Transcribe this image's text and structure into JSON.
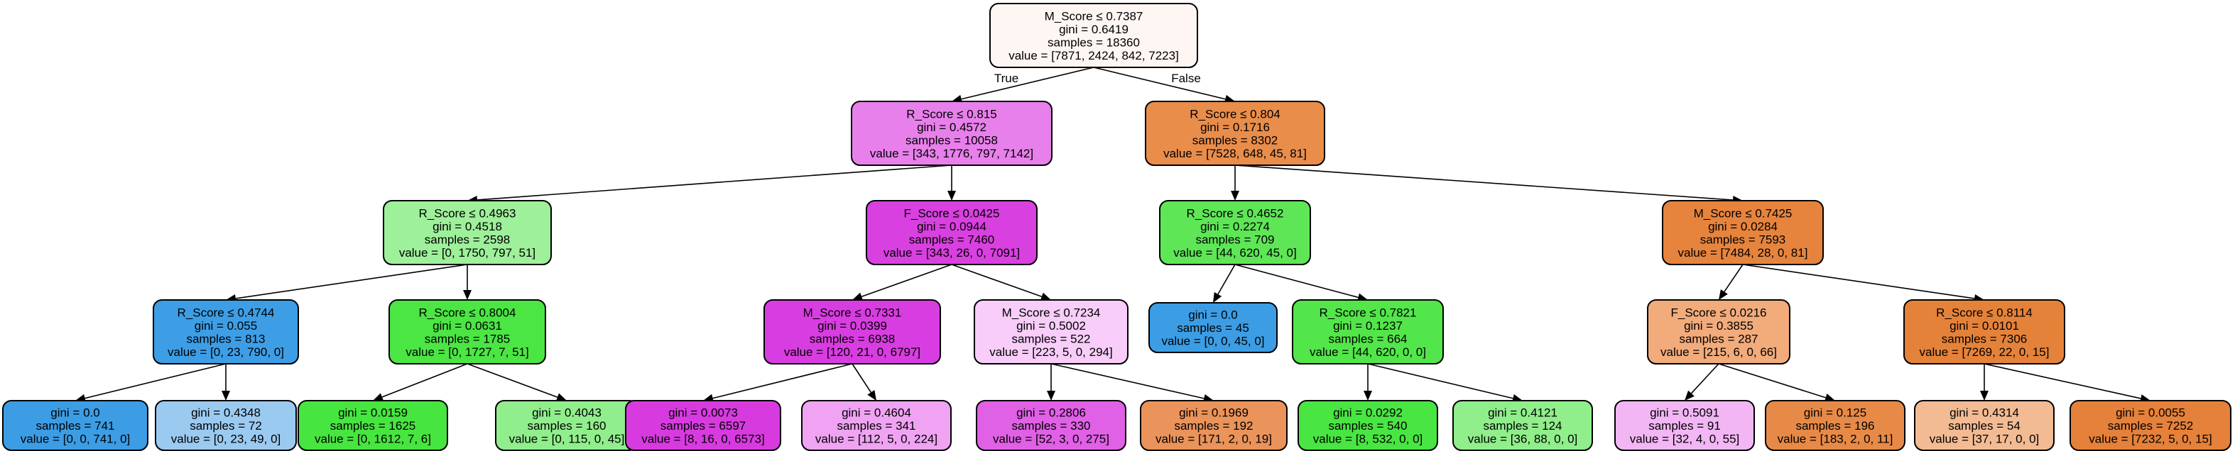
{
  "edge_labels": {
    "true_label": "True",
    "false_label": "False"
  },
  "nodes": [
    {
      "id": "n0",
      "fill": "#fdf6f2",
      "lines": [
        "M_Score ≤ 0.7387",
        "gini = 0.6419",
        "samples = 18360",
        "value = [7871, 2424, 842, 7223]"
      ]
    },
    {
      "id": "n1",
      "fill": "#e880eb",
      "lines": [
        "R_Score ≤ 0.815",
        "gini = 0.4572",
        "samples = 10058",
        "value = [343, 1776, 797, 7142]"
      ]
    },
    {
      "id": "n2",
      "fill": "#e98d4b",
      "lines": [
        "R_Score ≤ 0.804",
        "gini = 0.1716",
        "samples = 8302",
        "value = [7528, 648, 45, 81]"
      ]
    },
    {
      "id": "n3",
      "fill": "#9ef09a",
      "lines": [
        "R_Score ≤ 0.4963",
        "gini = 0.4518",
        "samples = 2598",
        "value = [0, 1750, 797, 51]"
      ]
    },
    {
      "id": "n4",
      "fill": "#d940e0",
      "lines": [
        "F_Score ≤ 0.0425",
        "gini = 0.0944",
        "samples = 7460",
        "value = [343, 26, 0, 7091]"
      ]
    },
    {
      "id": "n5",
      "fill": "#5ee656",
      "lines": [
        "R_Score ≤ 0.4652",
        "gini = 0.2274",
        "samples = 709",
        "value = [44, 620, 45, 0]"
      ]
    },
    {
      "id": "n6",
      "fill": "#e6843e",
      "lines": [
        "M_Score ≤ 0.7425",
        "gini = 0.0284",
        "samples = 7593",
        "value = [7484, 28, 0, 81]"
      ]
    },
    {
      "id": "n7",
      "fill": "#3d9ee6",
      "lines": [
        "R_Score ≤ 0.4744",
        "gini = 0.055",
        "samples = 813",
        "value = [0, 23, 790, 0]"
      ]
    },
    {
      "id": "n8",
      "fill": "#4be544",
      "lines": [
        "R_Score ≤ 0.8004",
        "gini = 0.0631",
        "samples = 1785",
        "value = [0, 1727, 7, 51]"
      ]
    },
    {
      "id": "n9",
      "fill": "#d83de1",
      "lines": [
        "M_Score ≤ 0.7331",
        "gini = 0.0399",
        "samples = 6938",
        "value = [120, 21, 0, 6797]"
      ]
    },
    {
      "id": "n10",
      "fill": "#f8cdf9",
      "lines": [
        "M_Score ≤ 0.7234",
        "gini = 0.5002",
        "samples = 522",
        "value = [223, 5, 0, 294]"
      ]
    },
    {
      "id": "n11",
      "fill": "#3c9de5",
      "lines": [
        "gini = 0.0",
        "samples = 45",
        "value = [0, 0, 45, 0]"
      ]
    },
    {
      "id": "n12",
      "fill": "#52e64a",
      "lines": [
        "R_Score ≤ 0.7821",
        "gini = 0.1237",
        "samples = 664",
        "value = [44, 620, 0, 0]"
      ]
    },
    {
      "id": "n13",
      "fill": "#f2ab7b",
      "lines": [
        "F_Score ≤ 0.0216",
        "gini = 0.3855",
        "samples = 287",
        "value = [215, 6, 0, 66]"
      ]
    },
    {
      "id": "n14",
      "fill": "#e5823a",
      "lines": [
        "R_Score ≤ 0.8114",
        "gini = 0.0101",
        "samples = 7306",
        "value = [7269, 22, 0, 15]"
      ]
    },
    {
      "id": "n15",
      "fill": "#3c9de5",
      "lines": [
        "gini = 0.0",
        "samples = 741",
        "value = [0, 0, 741, 0]"
      ]
    },
    {
      "id": "n16",
      "fill": "#9bcaf1",
      "lines": [
        "gini = 0.4348",
        "samples = 72",
        "value = [0, 23, 49, 0]"
      ]
    },
    {
      "id": "n17",
      "fill": "#47e540",
      "lines": [
        "gini = 0.0159",
        "samples = 1625",
        "value = [0, 1612, 7, 6]"
      ]
    },
    {
      "id": "n18",
      "fill": "#91ee8c",
      "lines": [
        "gini = 0.4043",
        "samples = 160",
        "value = [0, 115, 0, 45]"
      ]
    },
    {
      "id": "n19",
      "fill": "#d73be0",
      "lines": [
        "gini = 0.0073",
        "samples = 6597",
        "value = [8, 16, 0, 6573]"
      ]
    },
    {
      "id": "n20",
      "fill": "#efa3f2",
      "lines": [
        "gini = 0.4604",
        "samples = 341",
        "value = [112, 5, 0, 224]"
      ]
    },
    {
      "id": "n21",
      "fill": "#e060e6",
      "lines": [
        "gini = 0.2806",
        "samples = 330",
        "value = [52, 3, 0, 275]"
      ]
    },
    {
      "id": "n22",
      "fill": "#ea935a",
      "lines": [
        "gini = 0.1969",
        "samples = 192",
        "value = [171, 2, 0, 19]"
      ]
    },
    {
      "id": "n23",
      "fill": "#49e542",
      "lines": [
        "gini = 0.0292",
        "samples = 540",
        "value = [8, 532, 0, 0]"
      ]
    },
    {
      "id": "n24",
      "fill": "#90ee8b",
      "lines": [
        "gini = 0.4121",
        "samples = 124",
        "value = [36, 88, 0, 0]"
      ]
    },
    {
      "id": "n25",
      "fill": "#f2b6f5",
      "lines": [
        "gini = 0.5091",
        "samples = 91",
        "value = [32, 4, 0, 55]"
      ]
    },
    {
      "id": "n26",
      "fill": "#e78a47",
      "lines": [
        "gini = 0.125",
        "samples = 196",
        "value = [183, 2, 0, 11]"
      ]
    },
    {
      "id": "n27",
      "fill": "#f3bb93",
      "lines": [
        "gini = 0.4314",
        "samples = 54",
        "value = [37, 17, 0, 0]"
      ]
    },
    {
      "id": "n28",
      "fill": "#e5813a",
      "lines": [
        "gini = 0.0055",
        "samples = 7252",
        "value = [7232, 5, 0, 15]"
      ]
    }
  ],
  "edges": [
    [
      "n0",
      "n1"
    ],
    [
      "n0",
      "n2"
    ],
    [
      "n1",
      "n3"
    ],
    [
      "n1",
      "n4"
    ],
    [
      "n2",
      "n5"
    ],
    [
      "n2",
      "n6"
    ],
    [
      "n3",
      "n7"
    ],
    [
      "n3",
      "n8"
    ],
    [
      "n4",
      "n9"
    ],
    [
      "n4",
      "n10"
    ],
    [
      "n5",
      "n11"
    ],
    [
      "n5",
      "n12"
    ],
    [
      "n6",
      "n13"
    ],
    [
      "n6",
      "n14"
    ],
    [
      "n7",
      "n15"
    ],
    [
      "n7",
      "n16"
    ],
    [
      "n8",
      "n17"
    ],
    [
      "n8",
      "n18"
    ],
    [
      "n9",
      "n19"
    ],
    [
      "n9",
      "n20"
    ],
    [
      "n10",
      "n21"
    ],
    [
      "n10",
      "n22"
    ],
    [
      "n12",
      "n23"
    ],
    [
      "n12",
      "n24"
    ],
    [
      "n13",
      "n25"
    ],
    [
      "n13",
      "n26"
    ],
    [
      "n14",
      "n27"
    ],
    [
      "n14",
      "n28"
    ]
  ]
}
